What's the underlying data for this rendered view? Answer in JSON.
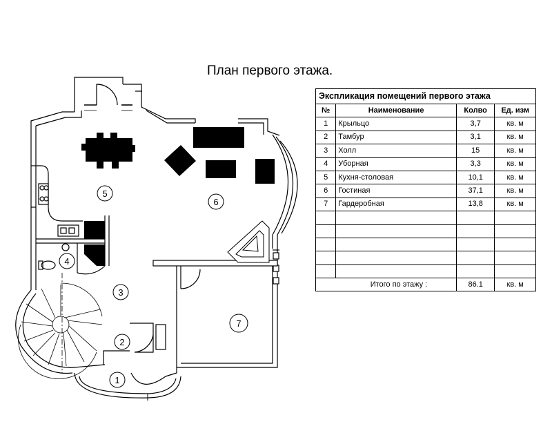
{
  "title": "План первого этажа.",
  "table": {
    "caption": "Экспликация помещений первого этажа",
    "headers": [
      "№",
      "Наименование",
      "Колво",
      "Ед. изм"
    ],
    "rows": [
      {
        "no": "1",
        "name": "Крыльцо",
        "qty": "3,7",
        "unit": "кв. м"
      },
      {
        "no": "2",
        "name": "Тамбур",
        "qty": "3,1",
        "unit": "кв. м"
      },
      {
        "no": "3",
        "name": "Холл",
        "qty": "15",
        "unit": "кв. м"
      },
      {
        "no": "4",
        "name": "Уборная",
        "qty": "3,3",
        "unit": "кв. м"
      },
      {
        "no": "5",
        "name": "Кухня-столовая",
        "qty": "10,1",
        "unit": "кв. м"
      },
      {
        "no": "6",
        "name": "Гостиная",
        "qty": "37,1",
        "unit": "кв. м"
      },
      {
        "no": "7",
        "name": "Гардеробная",
        "qty": "13,8",
        "unit": "кв. м"
      }
    ],
    "empty_rows": 5,
    "total": {
      "label": "Итого по этажу :",
      "qty": "86.1",
      "unit": "кв. м"
    }
  },
  "room_markers": [
    "1",
    "2",
    "3",
    "4",
    "5",
    "6",
    "7"
  ]
}
